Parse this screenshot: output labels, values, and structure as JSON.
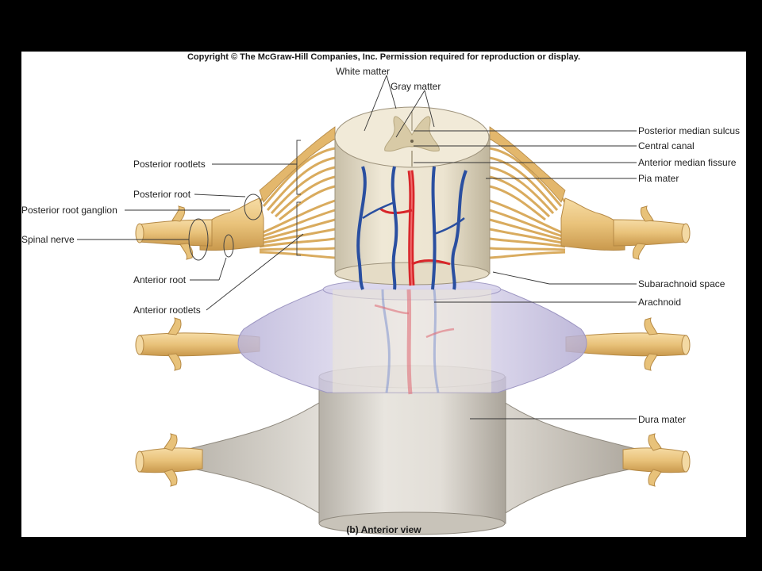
{
  "copyright": "Copyright © The McGraw-Hill Companies, Inc. Permission required for reproduction or display.",
  "caption": "(b) Anterior view",
  "labels": {
    "white_matter": "White matter",
    "gray_matter": "Gray matter",
    "posterior_median_sulcus": "Posterior median sulcus",
    "central_canal": "Central canal",
    "anterior_median_fissure": "Anterior median fissure",
    "pia_mater": "Pia mater",
    "subarachnoid_space": "Subarachnoid space",
    "arachnoid": "Arachnoid",
    "dura_mater": "Dura mater",
    "posterior_rootlets": "Posterior rootlets",
    "posterior_root": "Posterior root",
    "posterior_root_ganglion": "Posterior root ganglion",
    "spinal_nerve": "Spinal nerve",
    "anterior_root": "Anterior root",
    "anterior_rootlets": "Anterior rootlets"
  },
  "colors": {
    "background": "#000000",
    "panel": "#ffffff",
    "nerve": "#e8c27a",
    "cord": "#e6ddc8",
    "artery": "#d8262a",
    "vein": "#2a4fa0",
    "arachnoid": "#c9c3e0",
    "dura": "#cfcbc3"
  }
}
